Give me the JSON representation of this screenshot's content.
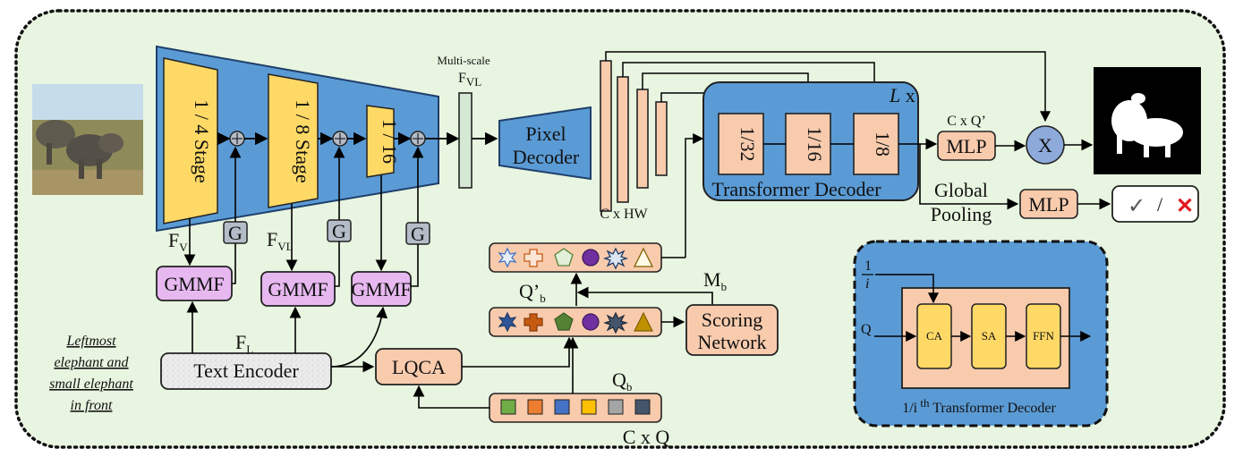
{
  "encoder": {
    "stage1": "1 / 4 Stage",
    "stage2": "1 / 8 Stage",
    "stage3": "1 / 16",
    "g": "G",
    "plus": "+"
  },
  "multiscale": {
    "line1": "Multi-scale",
    "fvl": "F",
    "fvl_sub": "VL"
  },
  "pixel_decoder": {
    "line1": "Pixel",
    "line2": "Decoder"
  },
  "chw": "C x HW",
  "transformer": {
    "title": "Transformer Decoder",
    "repeat_L": "L",
    "repeat_x": " x",
    "b1": "1/32",
    "b2": "1/16",
    "b3": "1/8"
  },
  "cq_prime": "C x Q’",
  "mlp": "MLP",
  "global": {
    "line1": "Global",
    "line2": "Pooling"
  },
  "times": "X",
  "verdict": {
    "check": "✓",
    "slash": "/",
    "cross": "✕"
  },
  "gmmf": "GMMF",
  "features": {
    "fv": "F",
    "fv_sub": "V",
    "fvl": "F",
    "fvl_sub": "VL",
    "fl": "F",
    "fl_sub": "L"
  },
  "text_encoder": "Text Encoder",
  "lqca": "LQCA",
  "scoring": {
    "line1": "Scoring",
    "line2": "Network"
  },
  "queries": {
    "qb_prime": "Q’",
    "qb_prime_sub": "b",
    "qb": "Q",
    "qb_sub": "b",
    "mb": "M",
    "mb_sub": "b",
    "cq": "C x Q"
  },
  "caption": [
    "Leftmost",
    "elephant and",
    "small elephant",
    "in front"
  ],
  "inset": {
    "frac_num": "1",
    "frac_den": "i",
    "q": "Q",
    "ca": "CA",
    "sa": "SA",
    "ffn": "FFN",
    "title_main": "1/i",
    "title_sup": " th",
    "title_rest": " Transformer Decoder"
  },
  "colors": {
    "background": "#e8f5e0",
    "encoder_blue": "#5b9bd5",
    "stage_yellow": "#ffd966",
    "orange": "#f8cbad",
    "gmmf_purple": "#e7b8f0",
    "gray_g": "#b4bcc8",
    "fvl_green": "#d5e8d4"
  }
}
